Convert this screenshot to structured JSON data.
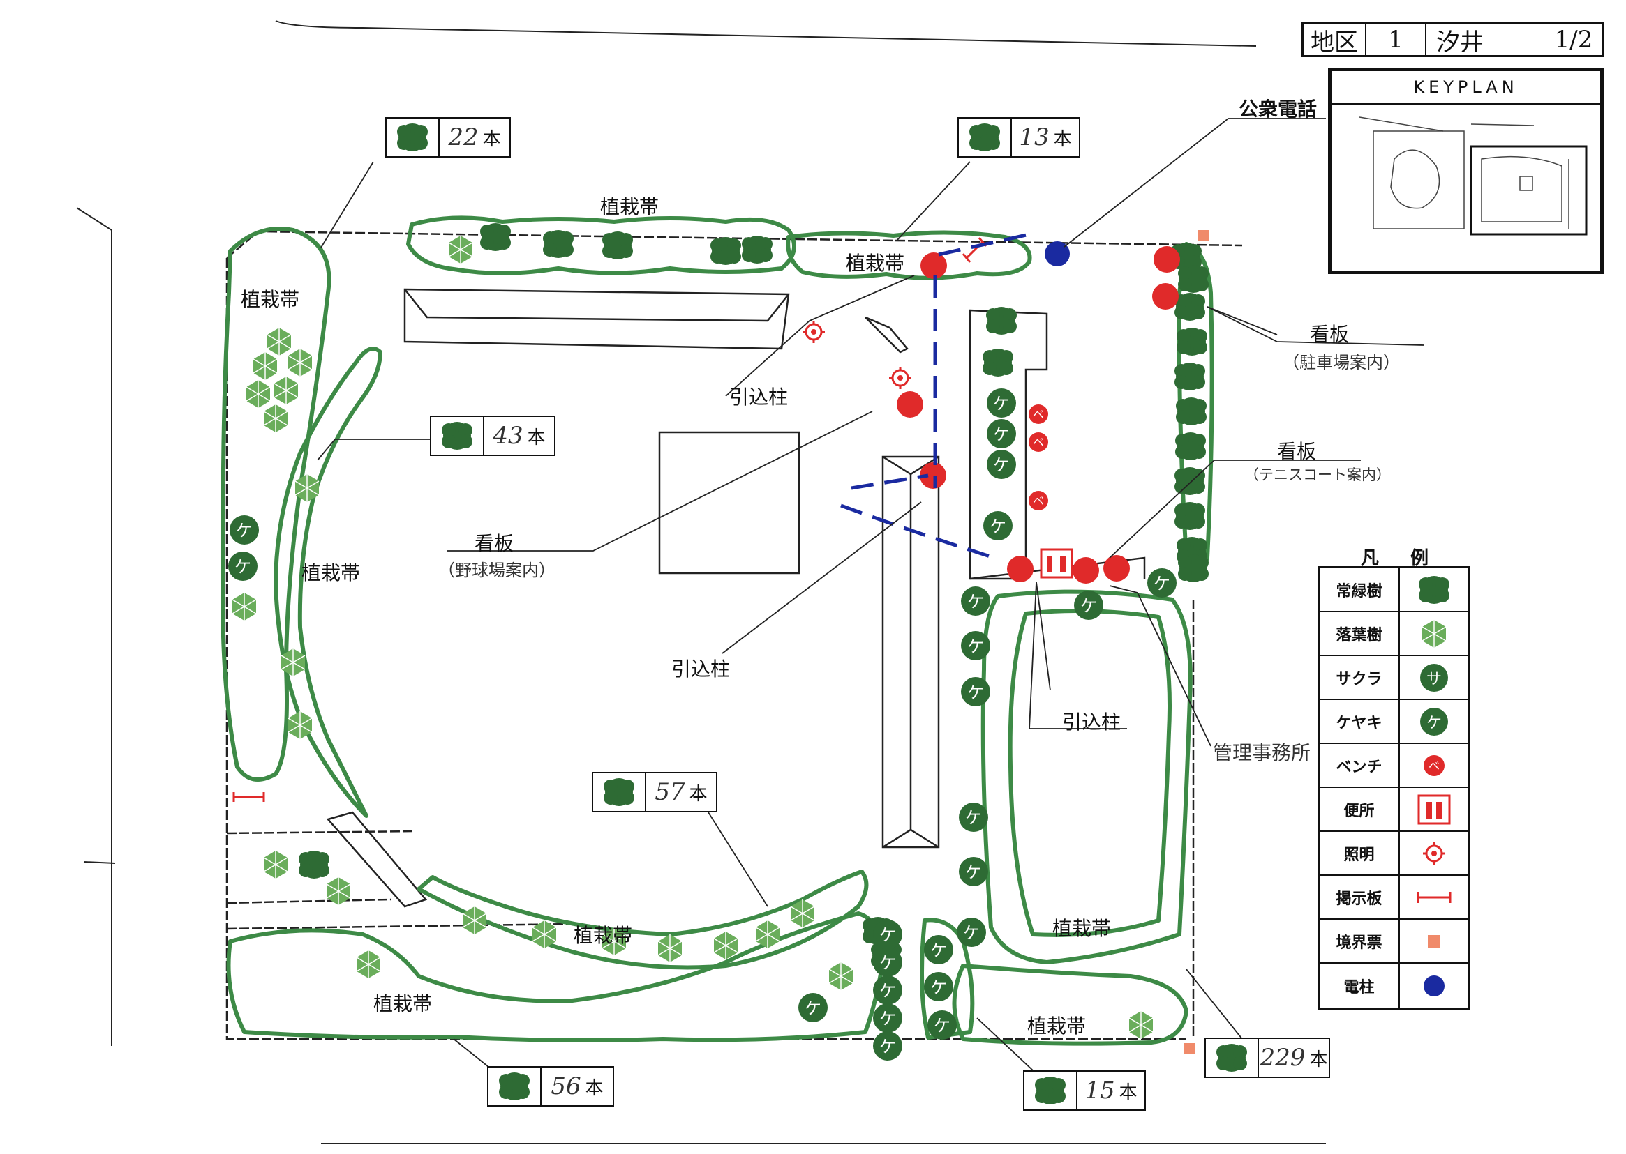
{
  "header": {
    "district_label": "地区",
    "district_no": "1",
    "district_name": "汐井",
    "page": "1/2"
  },
  "keyplan": {
    "title": "KEYPLAN"
  },
  "legend": {
    "title": "凡 例",
    "items": [
      {
        "name": "常緑樹",
        "icon": "evergreen-tree",
        "color": "#2e6b34"
      },
      {
        "name": "落葉樹",
        "icon": "deciduous-tree",
        "color": "#6aad5b"
      },
      {
        "name": "サクラ",
        "icon": "cherry-tree",
        "glyph": "サ",
        "color": "#2e6b34"
      },
      {
        "name": "ケヤキ",
        "icon": "zelkova-tree",
        "glyph": "ケ",
        "color": "#2e6b34"
      },
      {
        "name": "ベンチ",
        "icon": "bench",
        "glyph": "ベ",
        "color": "#d93232"
      },
      {
        "name": "便所",
        "icon": "toilet",
        "color": "#d93232"
      },
      {
        "name": "照明",
        "icon": "lighting",
        "color": "#d93232"
      },
      {
        "name": "掲示板",
        "icon": "notice-board",
        "color": "#d93232"
      },
      {
        "name": "境界票",
        "icon": "boundary-marker",
        "color": "#f08a6a"
      },
      {
        "name": "電柱",
        "icon": "utility-pole",
        "color": "#1a2aa0"
      }
    ]
  },
  "counts": [
    {
      "value": "22",
      "unit": "本"
    },
    {
      "value": "13",
      "unit": "本"
    },
    {
      "value": "43",
      "unit": "本"
    },
    {
      "value": "57",
      "unit": "本"
    },
    {
      "value": "56",
      "unit": "本"
    },
    {
      "value": "15",
      "unit": "本"
    },
    {
      "value": "229",
      "unit": "本"
    }
  ],
  "labels": {
    "planting_belt": "植栽帯",
    "public_phone": "公衆電話",
    "signboard": "看板",
    "parking_guide": "（駐車場案内）",
    "tennis_guide": "（テニスコート案内）",
    "baseball_guide": "（野球場案内）",
    "service_pole": "引込柱",
    "management_office": "管理事務所"
  },
  "colors": {
    "evergreen": "#2e6b34",
    "deciduous": "#6aad5b",
    "outline": "#3d8a46",
    "red": "#e02a2a",
    "blue": "#1a2aa0",
    "marker": "#f08a6a"
  }
}
